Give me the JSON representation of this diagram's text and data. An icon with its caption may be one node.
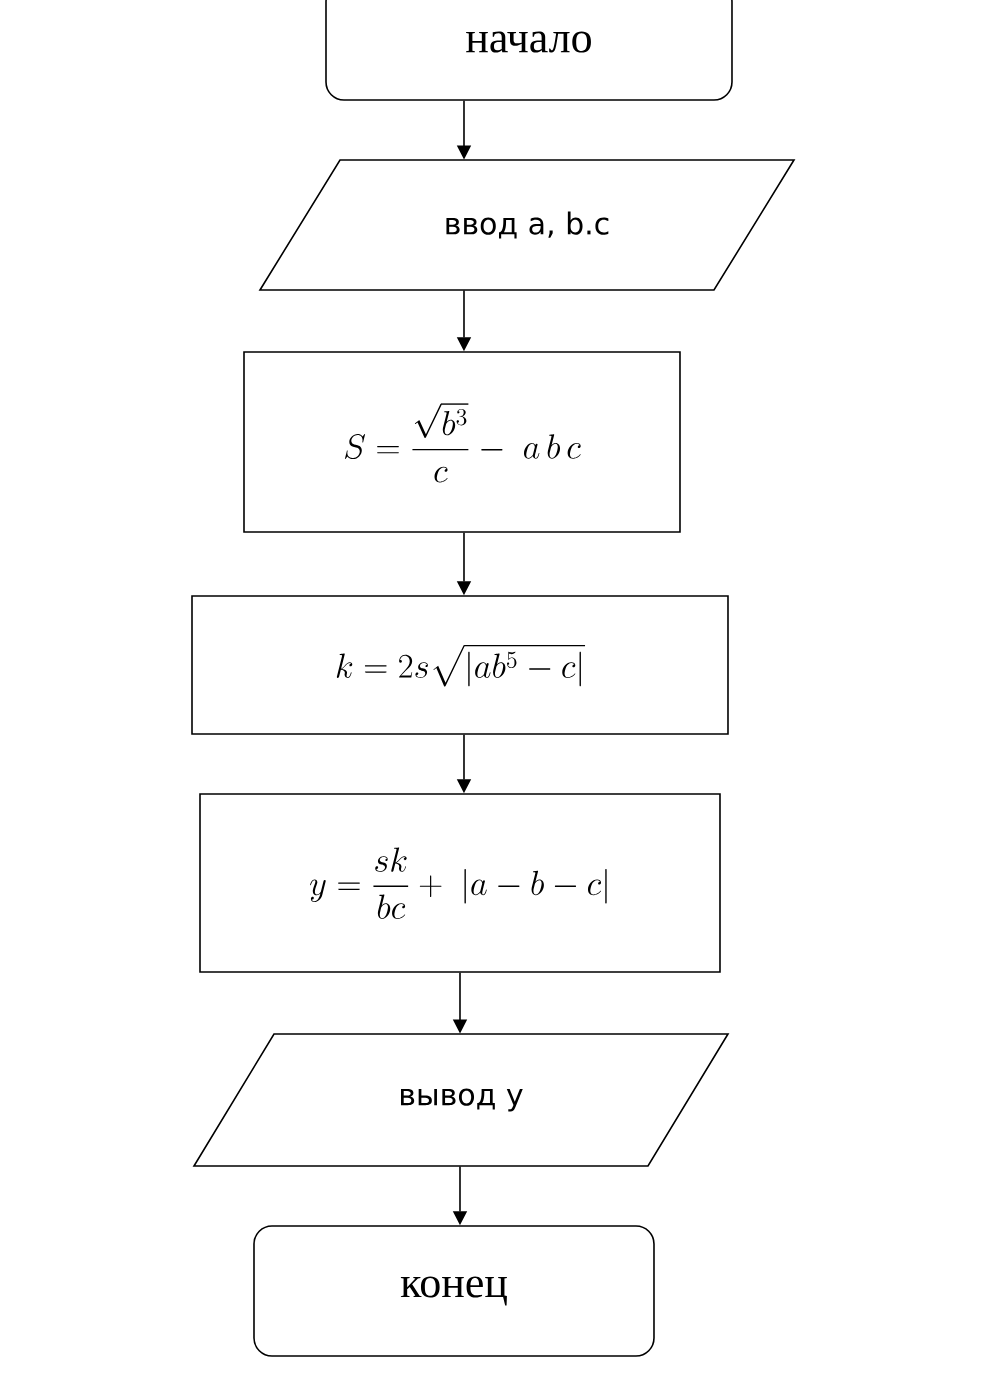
{
  "diagram": {
    "nodes": [
      {
        "text": [
          "начало"
        ]
      },
      {
        "text": [
          "ввод a, b.c"
        ]
      },
      {
        "text": [
          "S=\\frac{\\sqrt{b^3}}{c}-\\;a\\,b\\,c"
        ]
      },
      {
        "text": [
          "k=2s\\sqrt{|ab^5-c|}"
        ]
      },
      {
        "text": [
          "y=\\frac{sk}{bc}+\\;|a-b-c|"
        ]
      },
      {
        "text": [
          "вывод y"
        ]
      },
      {
        "text": [
          "конец"
        ]
      }
    ],
    "edges": [
      {
        "from": 0,
        "to": 1,
        "arrow": "to"
      },
      {
        "from": 1,
        "to": 2,
        "arrow": "to"
      },
      {
        "from": 2,
        "to": 3,
        "arrow": "to"
      },
      {
        "from": 3,
        "to": 4,
        "arrow": "to"
      },
      {
        "from": 4,
        "to": 5,
        "arrow": "to"
      },
      {
        "from": 5,
        "to": 6,
        "arrow": "to"
      }
    ]
  }
}
